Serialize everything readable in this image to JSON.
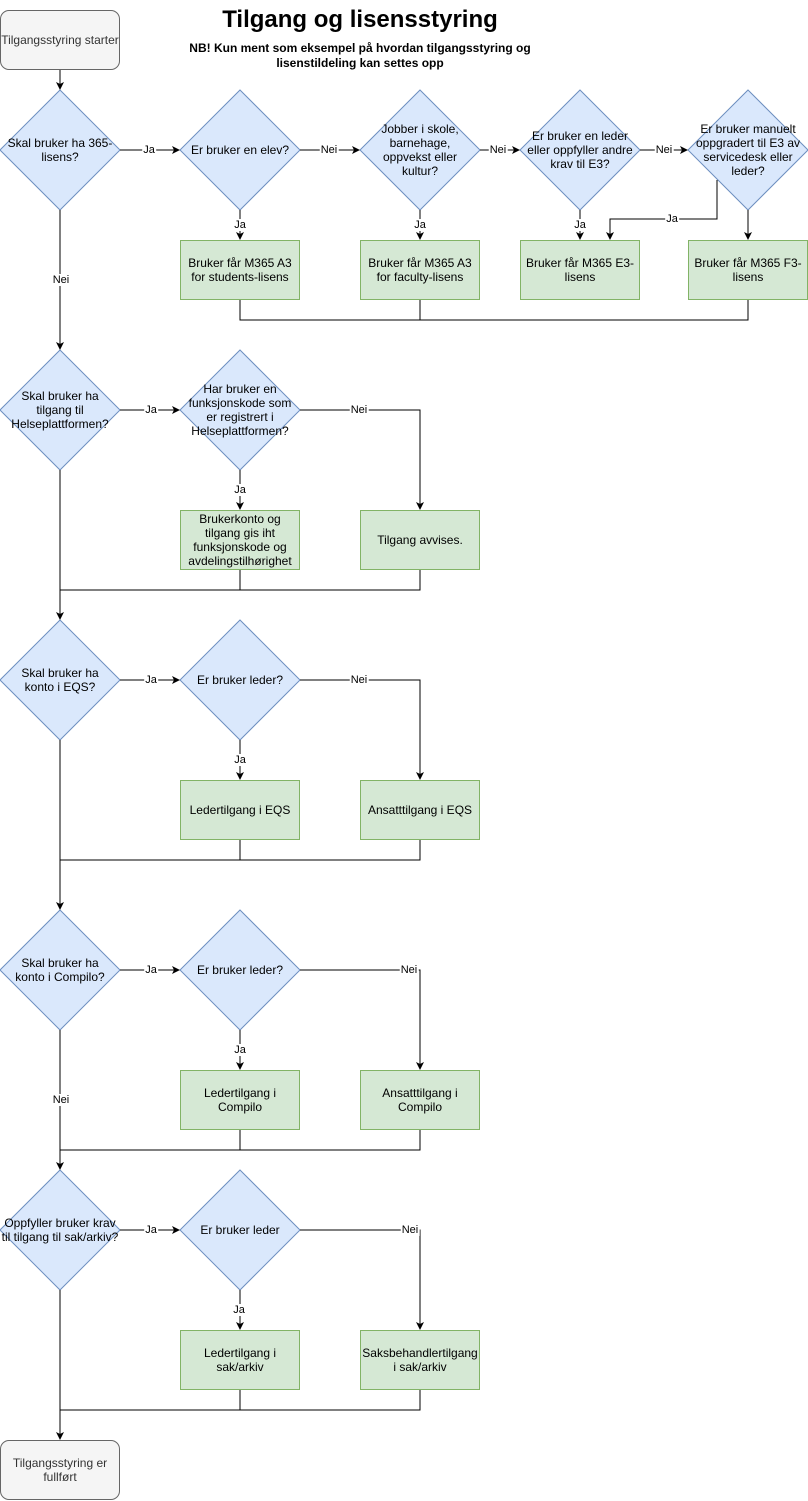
{
  "title": "Tilgang og lisensstyring",
  "subtitle": "NB! Kun ment som eksempel på hvordan tilgangsstyring og lisenstildeling kan settes opp",
  "colors": {
    "decision_fill": "#dae8fc",
    "decision_stroke": "#6c8ebf",
    "action_fill": "#d5e8d4",
    "action_stroke": "#82b366",
    "terminal_fill": "#f5f5f5",
    "terminal_stroke": "#666666"
  },
  "nodes": {
    "start": "Tilgangsstyring starter",
    "end": "Tilgangsstyring er fullført",
    "d1": "Skal bruker ha 365-lisens?",
    "d2": "Er bruker en elev?",
    "d3": "Jobber i skole, barnehage, oppvekst eller kultur?",
    "d4": "Er bruker en leder eller oppfyller andre krav til E3?",
    "d5": "Er bruker manuelt oppgradert til E3 av servicedesk eller leder?",
    "r_a3_students": "Bruker får M365 A3 for students-lisens",
    "r_a3_faculty": "Bruker får M365 A3 for faculty-lisens",
    "r_e3": "Bruker får M365 E3-lisens",
    "r_f3": "Bruker får M365 F3-lisens",
    "d6": "Skal bruker ha tilgang til Helseplattformen?",
    "d7": "Har bruker en funksjonskode som er registrert i Helseplattformen?",
    "r_hp_access": "Brukerkonto og tilgang gis iht funksjonskode og avdelingstilhørighet",
    "r_hp_denied": "Tilgang avvises.",
    "d8": "Skal bruker ha konto i EQS?",
    "d9": "Er bruker leder?",
    "r_eqs_leader": "Ledertilgang i EQS",
    "r_eqs_employee": "Ansatttilgang i EQS",
    "d10": "Skal bruker ha konto i Compilo?",
    "d11": "Er bruker leder?",
    "r_compilo_leader": "Ledertilgang i Compilo",
    "r_compilo_employee": "Ansatttilgang i Compilo",
    "d12": "Oppfyller bruker krav til tilgang til sak/arkiv?",
    "d13": "Er bruker leder",
    "r_sak_leader": "Ledertilgang i sak/arkiv",
    "r_sak_case": "Saksbehandlertilgang i sak/arkiv"
  },
  "edge_labels": {
    "ja": "Ja",
    "nei": "Nei"
  }
}
